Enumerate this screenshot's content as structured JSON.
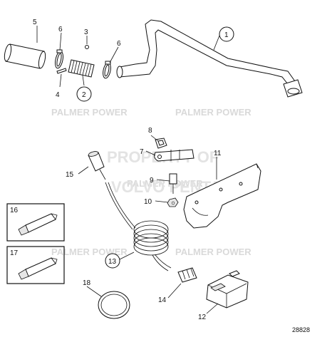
{
  "watermarks": {
    "palmer_1": "PALMER POWER",
    "palmer_2": "PALMER POWER",
    "palmer_3": "PALMER POWER",
    "palmer_4": "PALMER POWER",
    "palmer_5": "PALMER POWER",
    "property_line1": "PROPERTY OF",
    "property_line2": "VOLVO PENTA"
  },
  "callouts": {
    "c1": "1",
    "c2": "2",
    "c3": "3",
    "c4": "4",
    "c5": "5",
    "c6a": "6",
    "c6b": "6",
    "c7": "7",
    "c8": "8",
    "c9": "9",
    "c10": "10",
    "c11": "11",
    "c12": "12",
    "c13": "13",
    "c14": "14",
    "c15": "15",
    "c16": "16",
    "c17": "17",
    "c18": "18"
  },
  "reference_number": "28828"
}
